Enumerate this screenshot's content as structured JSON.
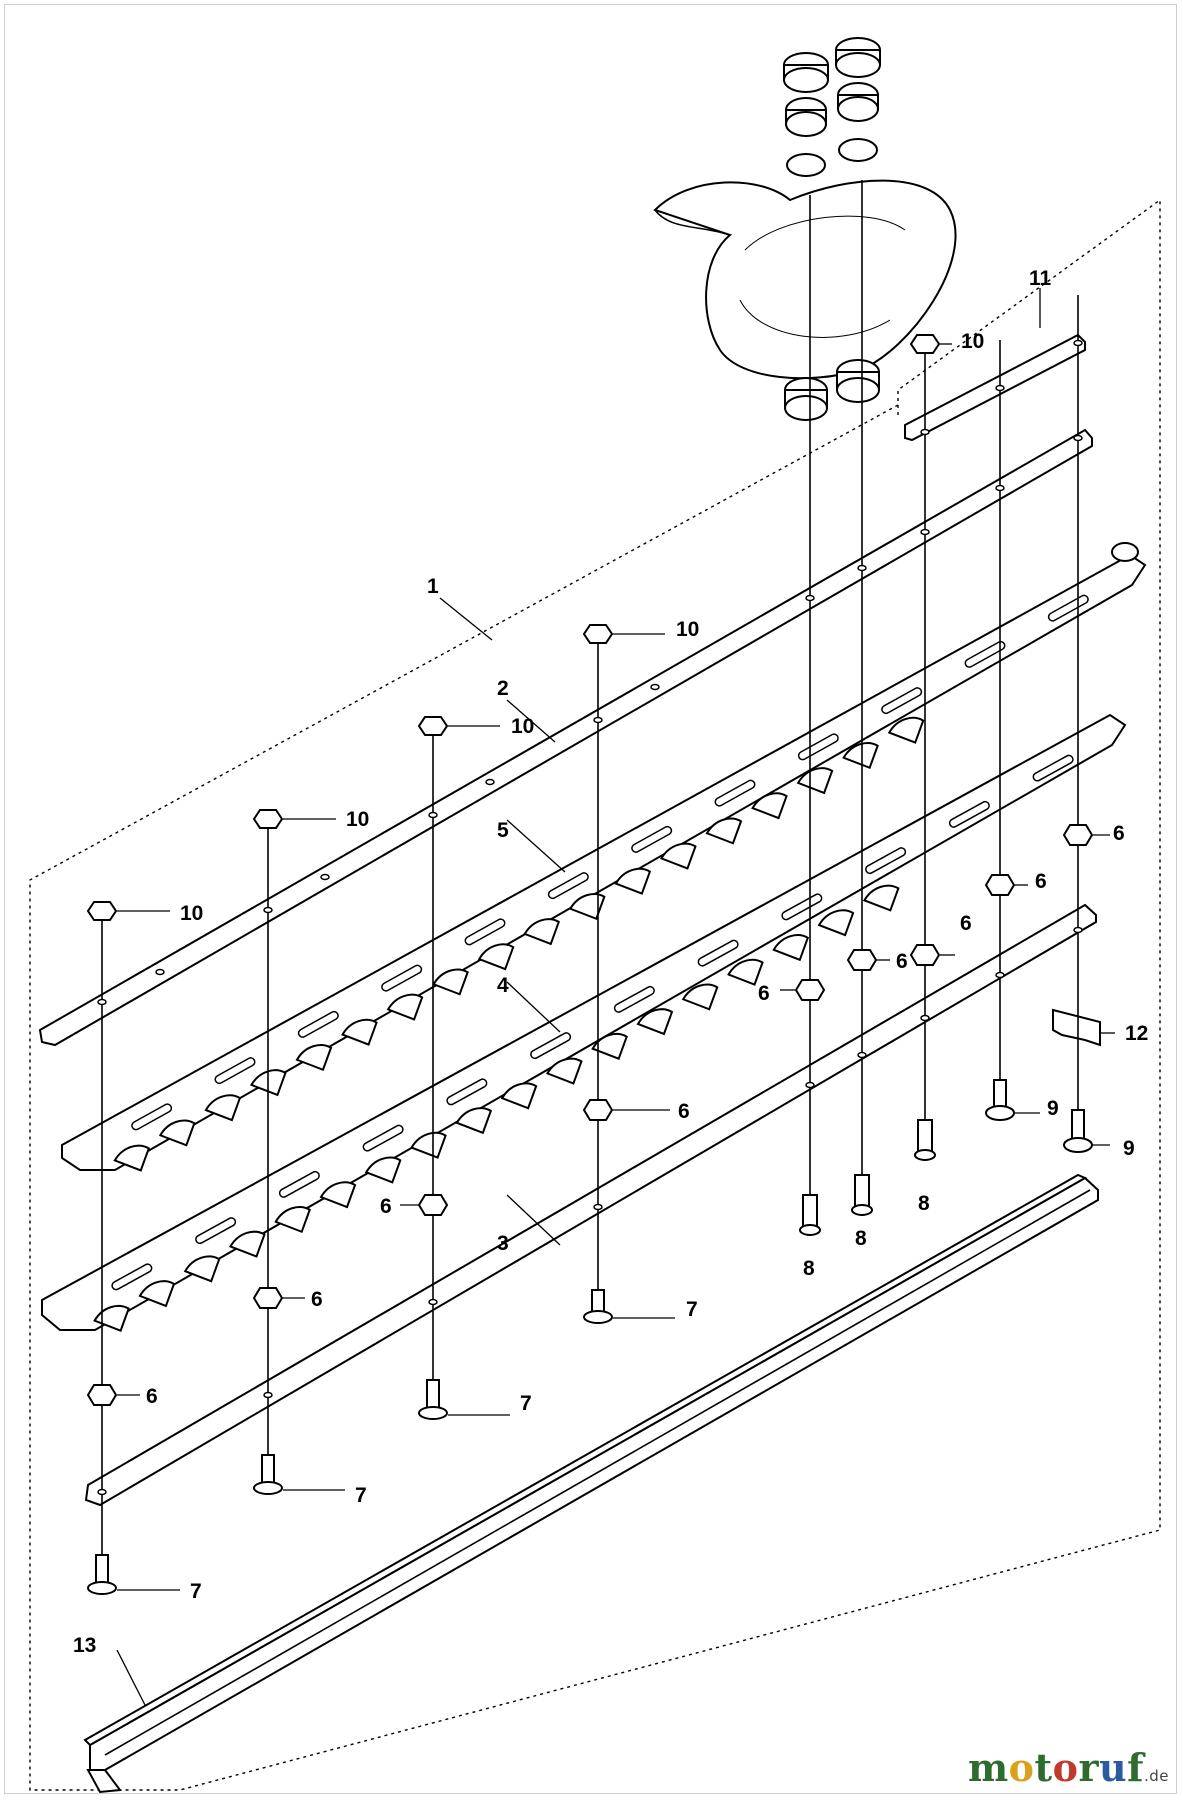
{
  "diagram": {
    "callouts": [
      "1",
      "2",
      "3",
      "4",
      "5",
      "6",
      "7",
      "8",
      "9",
      "10",
      "11",
      "12",
      "13"
    ]
  },
  "watermark": {
    "letters": [
      {
        "ch": "m",
        "color": "#2e6b2f"
      },
      {
        "ch": "o",
        "color": "#d9a21b"
      },
      {
        "ch": "t",
        "color": "#2e6b2f"
      },
      {
        "ch": "o",
        "color": "#c0392b"
      },
      {
        "ch": "r",
        "color": "#2e6b2f"
      },
      {
        "ch": "u",
        "color": "#2c5aa0"
      },
      {
        "ch": "f",
        "color": "#2e6b2f"
      }
    ],
    "suffix": ".de"
  }
}
